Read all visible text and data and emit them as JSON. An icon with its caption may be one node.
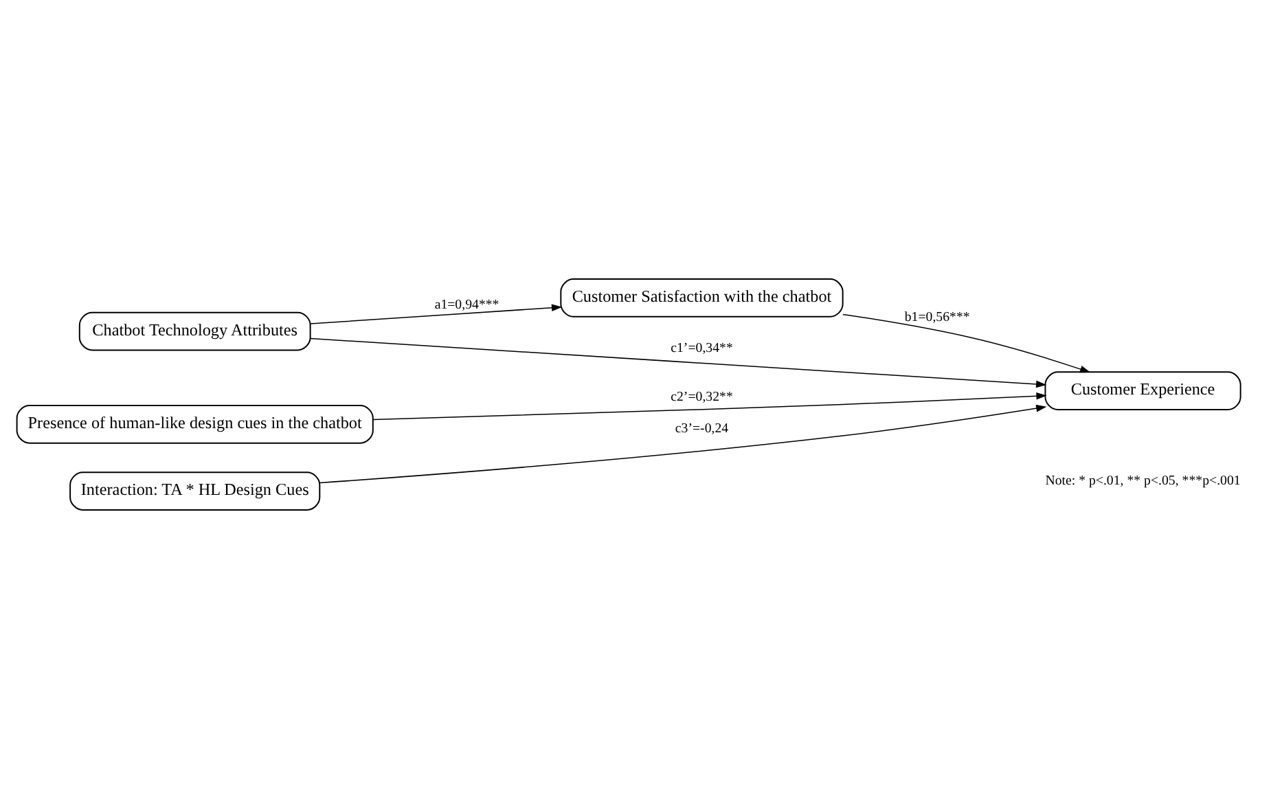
{
  "diagram": {
    "nodes": [
      {
        "text": [
          "Customer Satisfaction with the chatbot"
        ]
      },
      {
        "text": [
          "Chatbot Technology Attributes"
        ]
      },
      {
        "text": [
          "Presence of human-like design cues in the chatbot"
        ]
      },
      {
        "text": [
          "Interaction: TA * HL Design Cues"
        ]
      },
      {
        "text": [
          "Customer Experience"
        ]
      }
    ],
    "edges": [
      {
        "from": 1,
        "to": 0,
        "arrow": "to",
        "label": "a1=0,94***"
      },
      {
        "from": 0,
        "to": 4,
        "arrow": "to",
        "label": "b1=0,56***"
      },
      {
        "from": 1,
        "to": 4,
        "arrow": "to",
        "label": "c1’=0,34**"
      },
      {
        "from": 2,
        "to": 4,
        "arrow": "to",
        "label": "c2’=0,32**"
      },
      {
        "from": 3,
        "to": 4,
        "arrow": "to",
        "label": "c3’=-0,24"
      }
    ],
    "labels": [
      "Note: * p<.01, ** p<.05, ***p<.001"
    ]
  }
}
